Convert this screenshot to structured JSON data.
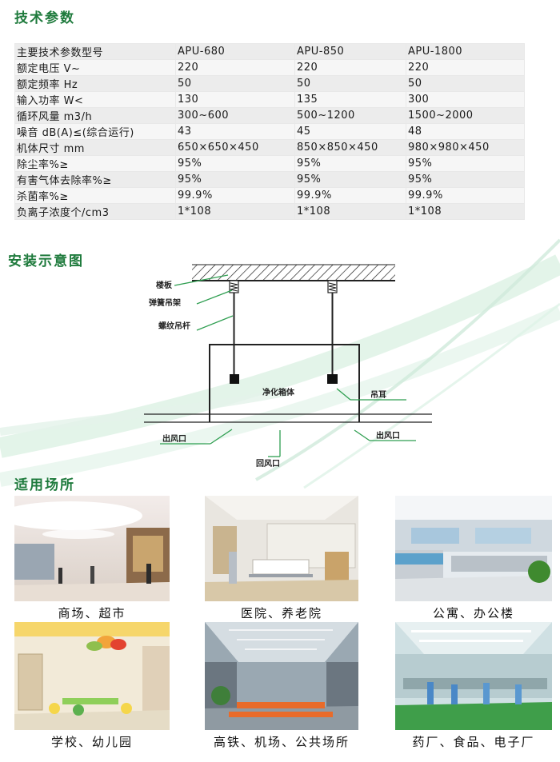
{
  "sections": {
    "specs_title": "技术参数",
    "diagram_title": "安装示意图",
    "venues_title": "适用场所"
  },
  "spec_table": {
    "header": [
      "主要技术参数型号",
      "APU-680",
      "APU-850",
      "APU-1800"
    ],
    "rows": [
      [
        "额定电压 V~",
        "220",
        "220",
        "220"
      ],
      [
        "额定频率 Hz",
        "50",
        "50",
        "50"
      ],
      [
        "输入功率 W<",
        "130",
        "135",
        "300"
      ],
      [
        "循环风量 m3/h",
        "300~600",
        "500~1200",
        "1500~2000"
      ],
      [
        "噪音 dB(A)≤(综合运行)",
        "43",
        "45",
        "48"
      ],
      [
        "机体尺寸 mm",
        "650×650×450",
        "850×850×450",
        "980×980×450"
      ],
      [
        "除尘率%≥",
        "95%",
        "95%",
        "95%"
      ],
      [
        "有害气体去除率%≥",
        "95%",
        "95%",
        "95%"
      ],
      [
        "杀菌率%≥",
        "99.9%",
        "99.9%",
        "99.9%"
      ],
      [
        "负离子浓度个/cm3",
        "1*108",
        "1*108",
        "1*108"
      ]
    ]
  },
  "diagram": {
    "labels": {
      "floor_slab": "楼板",
      "spring_hanger": "弹簧吊架",
      "threaded_rod": "螺纹吊杆",
      "unit_box": "净化箱体",
      "lifting_lug": "吊耳",
      "outlet_left": "出风口",
      "outlet_right": "出风口",
      "return_inlet": "回风口"
    }
  },
  "venues": [
    {
      "caption": "商场、超市",
      "photo": "shopping-mall-photo"
    },
    {
      "caption": "医院、养老院",
      "photo": "hospital-ward-photo"
    },
    {
      "caption": "公寓、办公楼",
      "photo": "office-interior-photo"
    },
    {
      "caption": "学校、幼儿园",
      "photo": "kindergarten-classroom-photo"
    },
    {
      "caption": "高铁、机场、公共场所",
      "photo": "station-waiting-hall-photo"
    },
    {
      "caption": "药厂、食品、电子厂",
      "photo": "cleanroom-factory-photo"
    }
  ],
  "colors": {
    "title_green": "#1e7a3c",
    "leader_green": "#2e9e50",
    "swoosh": "#bfe6cf"
  }
}
